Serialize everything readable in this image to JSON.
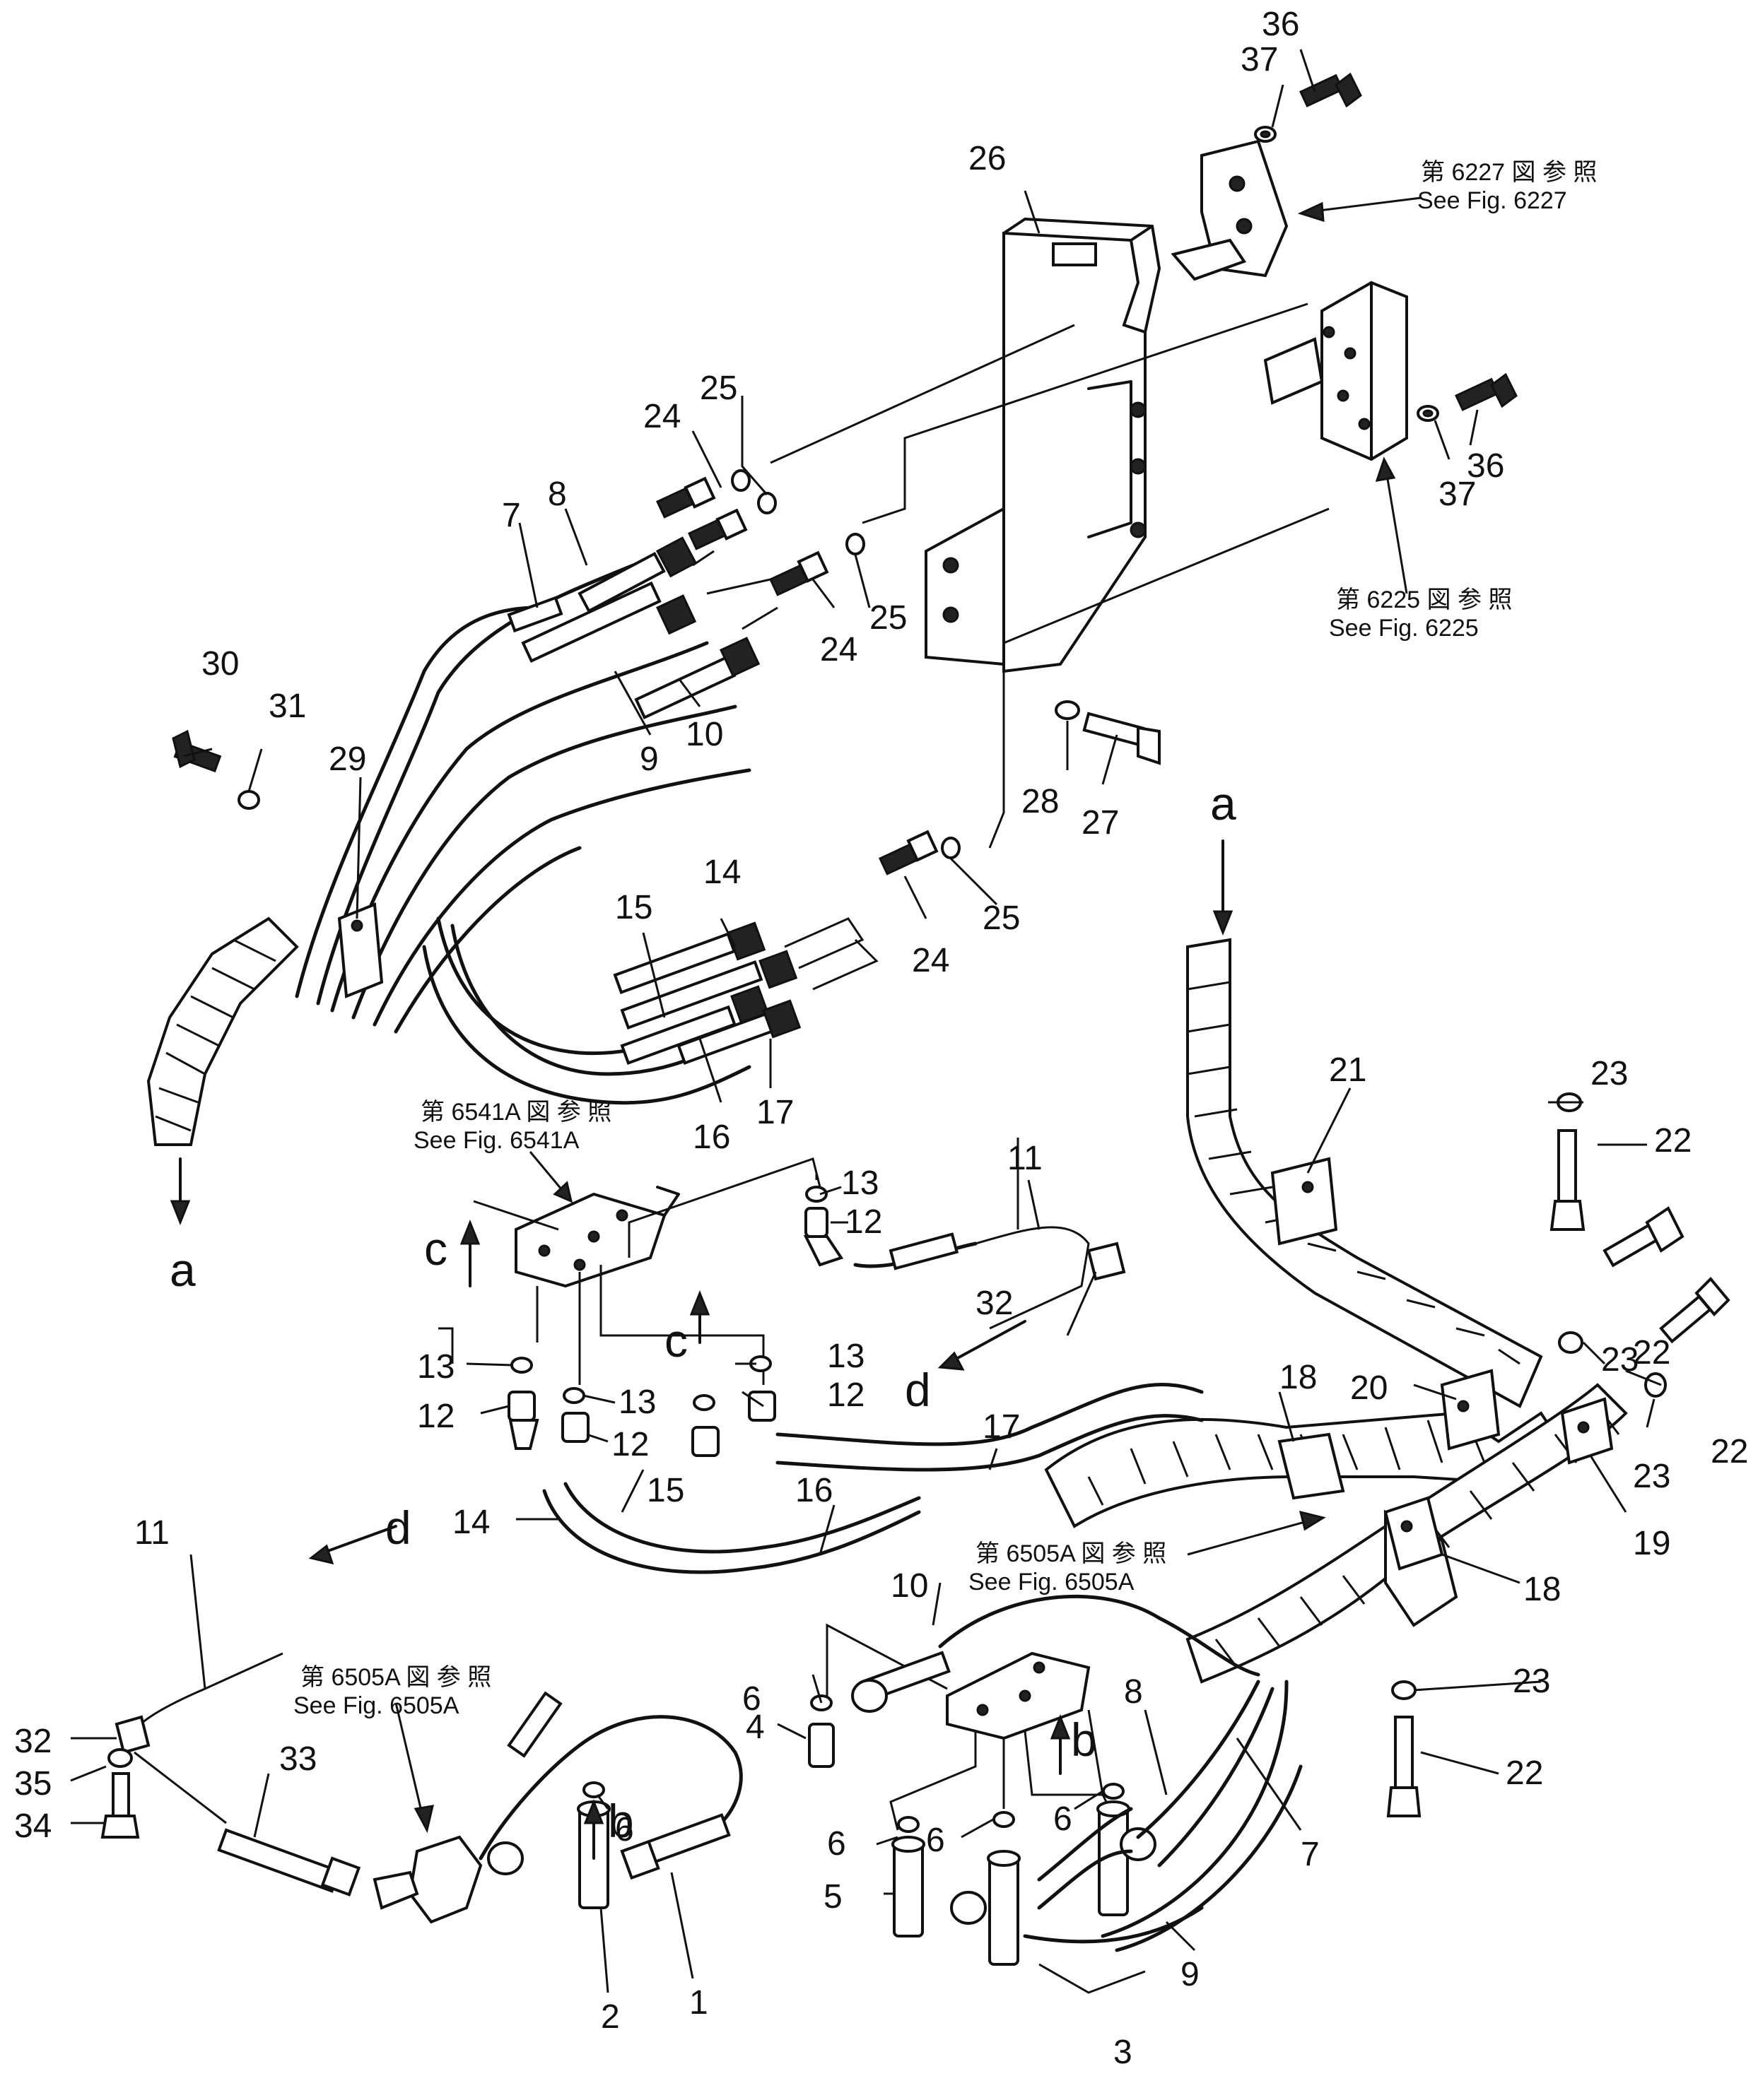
{
  "callouts": [
    {
      "id": "c1",
      "text": "1"
    },
    {
      "id": "c2",
      "text": "2"
    },
    {
      "id": "c3",
      "text": "3"
    },
    {
      "id": "c4",
      "text": "4"
    },
    {
      "id": "c5",
      "text": "5"
    },
    {
      "id": "c6a",
      "text": "6"
    },
    {
      "id": "c6b",
      "text": "6"
    },
    {
      "id": "c6c",
      "text": "6"
    },
    {
      "id": "c6d",
      "text": "6"
    },
    {
      "id": "c6e",
      "text": "6"
    },
    {
      "id": "c7a",
      "text": "7"
    },
    {
      "id": "c7b",
      "text": "7"
    },
    {
      "id": "c8a",
      "text": "8"
    },
    {
      "id": "c8b",
      "text": "8"
    },
    {
      "id": "c9a",
      "text": "9"
    },
    {
      "id": "c9b",
      "text": "9"
    },
    {
      "id": "c10a",
      "text": "10"
    },
    {
      "id": "c10b",
      "text": "10"
    },
    {
      "id": "c11a",
      "text": "11"
    },
    {
      "id": "c11b",
      "text": "11"
    },
    {
      "id": "c12a",
      "text": "12"
    },
    {
      "id": "c12b",
      "text": "12"
    },
    {
      "id": "c12c",
      "text": "12"
    },
    {
      "id": "c12d",
      "text": "12"
    },
    {
      "id": "c13a",
      "text": "13"
    },
    {
      "id": "c13b",
      "text": "13"
    },
    {
      "id": "c13c",
      "text": "13"
    },
    {
      "id": "c13d",
      "text": "13"
    },
    {
      "id": "c14a",
      "text": "14"
    },
    {
      "id": "c14b",
      "text": "14"
    },
    {
      "id": "c15a",
      "text": "15"
    },
    {
      "id": "c15b",
      "text": "15"
    },
    {
      "id": "c16a",
      "text": "16"
    },
    {
      "id": "c16b",
      "text": "16"
    },
    {
      "id": "c17a",
      "text": "17"
    },
    {
      "id": "c17b",
      "text": "17"
    },
    {
      "id": "c18a",
      "text": "18"
    },
    {
      "id": "c18b",
      "text": "18"
    },
    {
      "id": "c19",
      "text": "19"
    },
    {
      "id": "c20",
      "text": "20"
    },
    {
      "id": "c21",
      "text": "21"
    },
    {
      "id": "c22a",
      "text": "22"
    },
    {
      "id": "c22b",
      "text": "22"
    },
    {
      "id": "c22c",
      "text": "22"
    },
    {
      "id": "c22d",
      "text": "22"
    },
    {
      "id": "c23a",
      "text": "23"
    },
    {
      "id": "c23b",
      "text": "23"
    },
    {
      "id": "c23c",
      "text": "23"
    },
    {
      "id": "c23d",
      "text": "23"
    },
    {
      "id": "c24a",
      "text": "24"
    },
    {
      "id": "c24b",
      "text": "24"
    },
    {
      "id": "c24c",
      "text": "24"
    },
    {
      "id": "c25a",
      "text": "25"
    },
    {
      "id": "c25b",
      "text": "25"
    },
    {
      "id": "c25c",
      "text": "25"
    },
    {
      "id": "c26",
      "text": "26"
    },
    {
      "id": "c27",
      "text": "27"
    },
    {
      "id": "c28",
      "text": "28"
    },
    {
      "id": "c29",
      "text": "29"
    },
    {
      "id": "c30",
      "text": "30"
    },
    {
      "id": "c31",
      "text": "31"
    },
    {
      "id": "c32a",
      "text": "32"
    },
    {
      "id": "c32b",
      "text": "32"
    },
    {
      "id": "c33",
      "text": "33"
    },
    {
      "id": "c34",
      "text": "34"
    },
    {
      "id": "c35",
      "text": "35"
    },
    {
      "id": "c36a",
      "text": "36"
    },
    {
      "id": "c36b",
      "text": "36"
    },
    {
      "id": "c37a",
      "text": "37"
    },
    {
      "id": "c37b",
      "text": "37"
    }
  ],
  "connection_marks": {
    "a_top": "a",
    "a_bottom": "a",
    "b_left": "b",
    "b_right": "b",
    "c_left": "c",
    "c_mid": "c",
    "d_top": "d",
    "d_left": "d"
  },
  "references": {
    "fig6227_jp": "第 6227 図 参 照",
    "fig6227_en": "See Fig. 6227",
    "fig6225_jp": "第 6225 図 参 照",
    "fig6225_en": "See Fig. 6225",
    "fig6541a_jp": "第 6541A 図 参 照",
    "fig6541a_en": "See Fig. 6541A",
    "fig6505a_right_jp": "第 6505A 図 参 照",
    "fig6505a_right_en": "See Fig. 6505A",
    "fig6505a_left_jp": "第 6505A 図 参 照",
    "fig6505a_left_en": "See Fig. 6505A"
  }
}
